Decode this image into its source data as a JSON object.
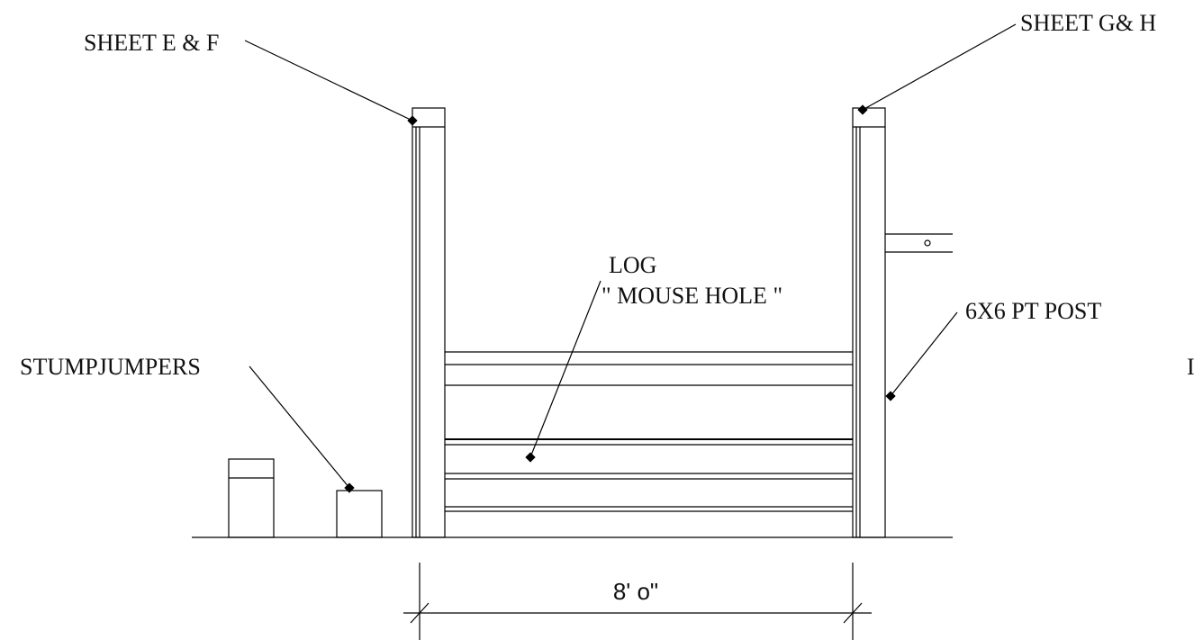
{
  "labels": {
    "sheet_ef": "SHEET E & F",
    "sheet_gh": "SHEET G& H",
    "log": "LOG",
    "mouse_hole": "\" MOUSE HOLE \"",
    "post": "6X6 PT POST",
    "stumpjumpers": "STUMPJUMPERS",
    "dimension": "8' o\"",
    "edge_fragment": "I"
  },
  "colors": {
    "line": "#000000",
    "background": "#ffffff"
  }
}
